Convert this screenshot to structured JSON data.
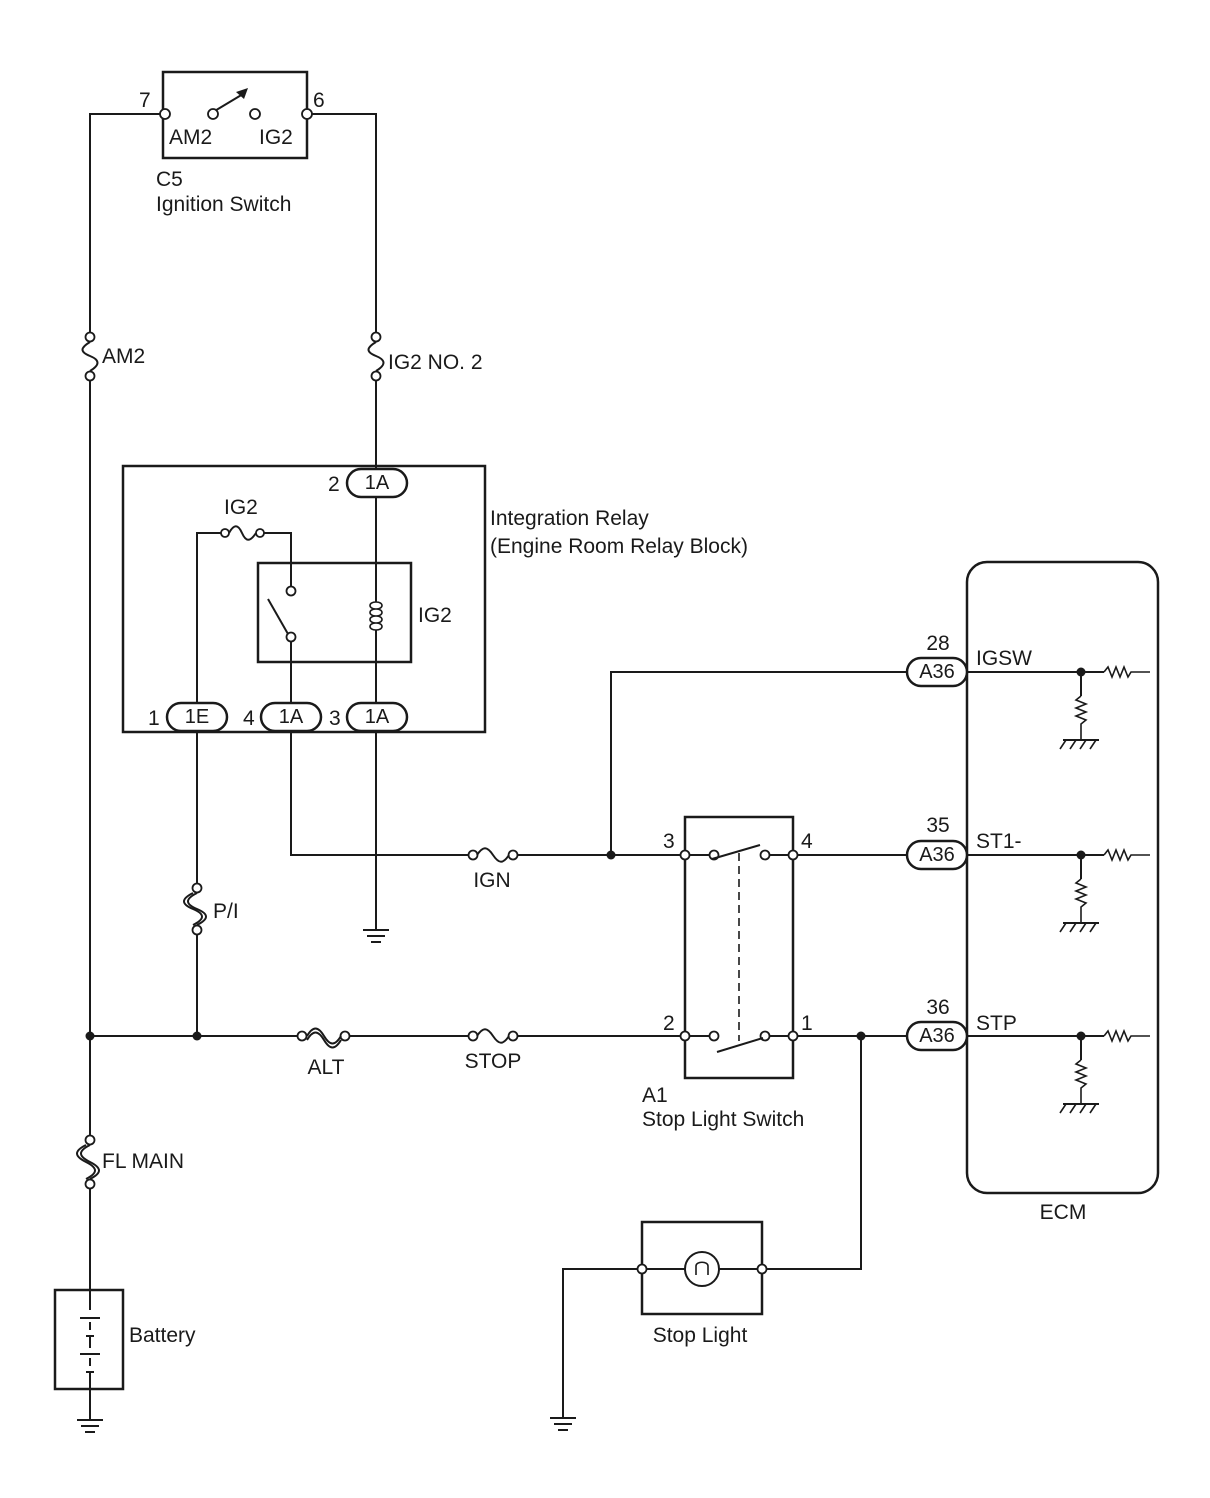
{
  "ignition_switch": {
    "code": "C5",
    "name": "Ignition Switch",
    "pin_left": "7",
    "pin_right": "6",
    "term_left": "AM2",
    "term_right": "IG2"
  },
  "fuses": {
    "am2": "AM2",
    "ig2_no2": "IG2 NO. 2",
    "pi": "P/I",
    "fl_main": "FL MAIN",
    "alt": "ALT",
    "stop": "STOP",
    "ign": "IGN"
  },
  "integration_relay": {
    "name_line1": "Integration Relay",
    "name_line2": "(Engine Room Relay Block)",
    "fuse_label": "IG2",
    "relay_label": "IG2",
    "connectors": [
      {
        "pin": "2",
        "code": "1A"
      },
      {
        "pin": "1",
        "code": "1E"
      },
      {
        "pin": "4",
        "code": "1A"
      },
      {
        "pin": "3",
        "code": "1A"
      }
    ]
  },
  "stop_light_switch": {
    "code": "A1",
    "name": "Stop Light Switch",
    "pins": [
      "3",
      "4",
      "2",
      "1"
    ]
  },
  "ecm": {
    "name": "ECM",
    "connectors": [
      {
        "pin": "28",
        "code": "A36",
        "signal": "IGSW"
      },
      {
        "pin": "35",
        "code": "A36",
        "signal": "ST1-"
      },
      {
        "pin": "36",
        "code": "A36",
        "signal": "STP"
      }
    ]
  },
  "battery": {
    "name": "Battery"
  },
  "stop_light": {
    "name": "Stop Light"
  },
  "colors": {
    "line": "#1a1a1a",
    "background": "#ffffff"
  }
}
